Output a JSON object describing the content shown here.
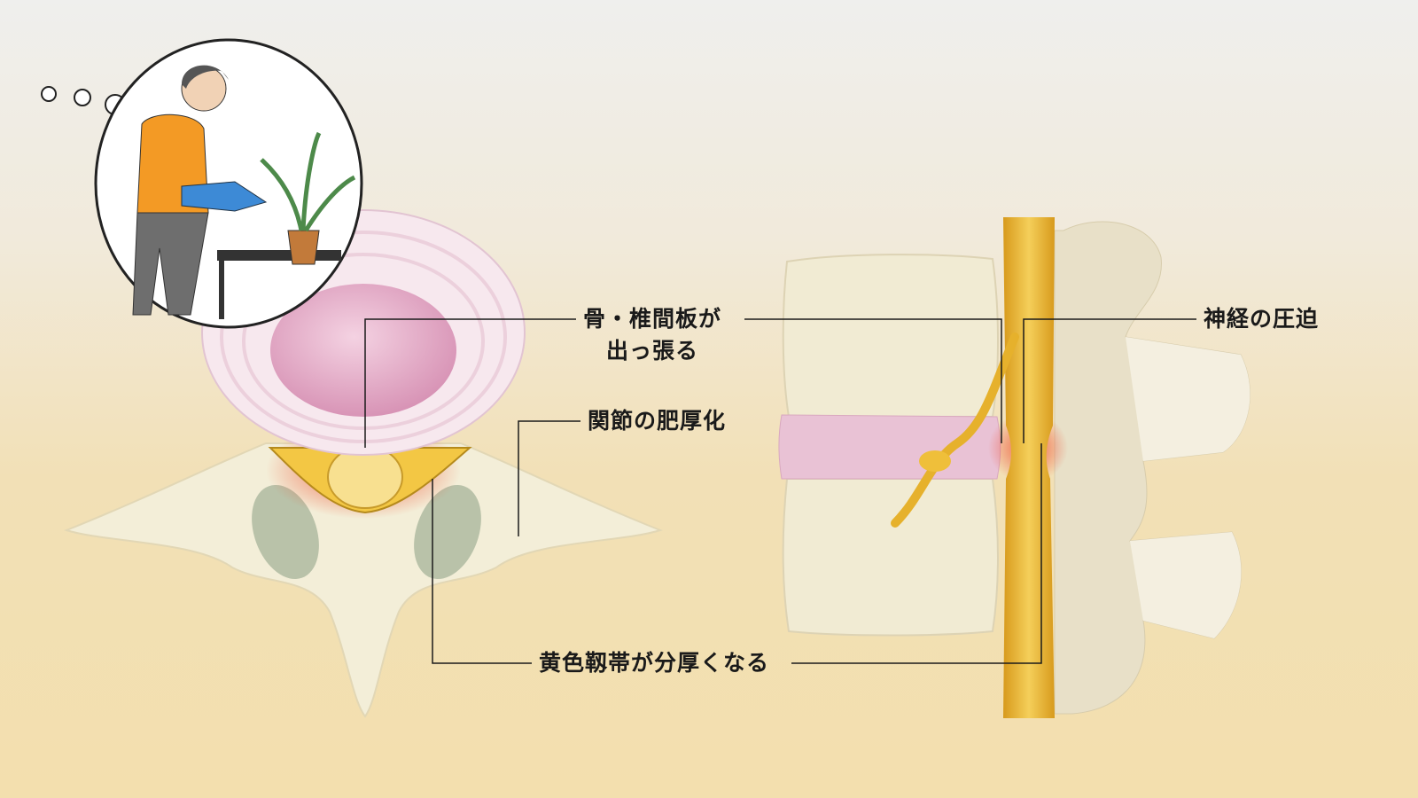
{
  "labels": {
    "disc_bulge_line1": "骨・椎間板が",
    "disc_bulge_line2": "出っ張る",
    "joint_thickening": "関節の肥厚化",
    "nerve_compression": "神経の圧迫",
    "ligament_thickening": "黄色靱帯が分厚くなる"
  },
  "colors": {
    "leader_line": "#1a1a1a",
    "nerve": "#e8b530",
    "disc": "#e7b9cc",
    "bone": "#f2ecd6",
    "inflammation": "#f05a3a"
  }
}
